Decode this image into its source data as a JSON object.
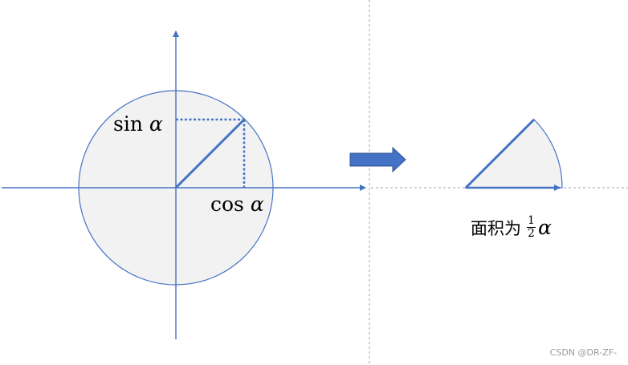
{
  "left_diagram": {
    "sin_label": {
      "func": "sin",
      "var": "α"
    },
    "cos_label": {
      "func": "cos",
      "var": "α"
    }
  },
  "right_diagram": {
    "area_label": {
      "prefix": "面积为",
      "numerator": "1",
      "denominator": "2",
      "var": "α"
    }
  },
  "watermark": "CSDN @DR-ZF-",
  "colors": {
    "axis_blue": "#4472C4",
    "line_blue": "#4472C4",
    "circle_fill": "#F2F2F2",
    "divider_gray": "#A6A6A6"
  }
}
